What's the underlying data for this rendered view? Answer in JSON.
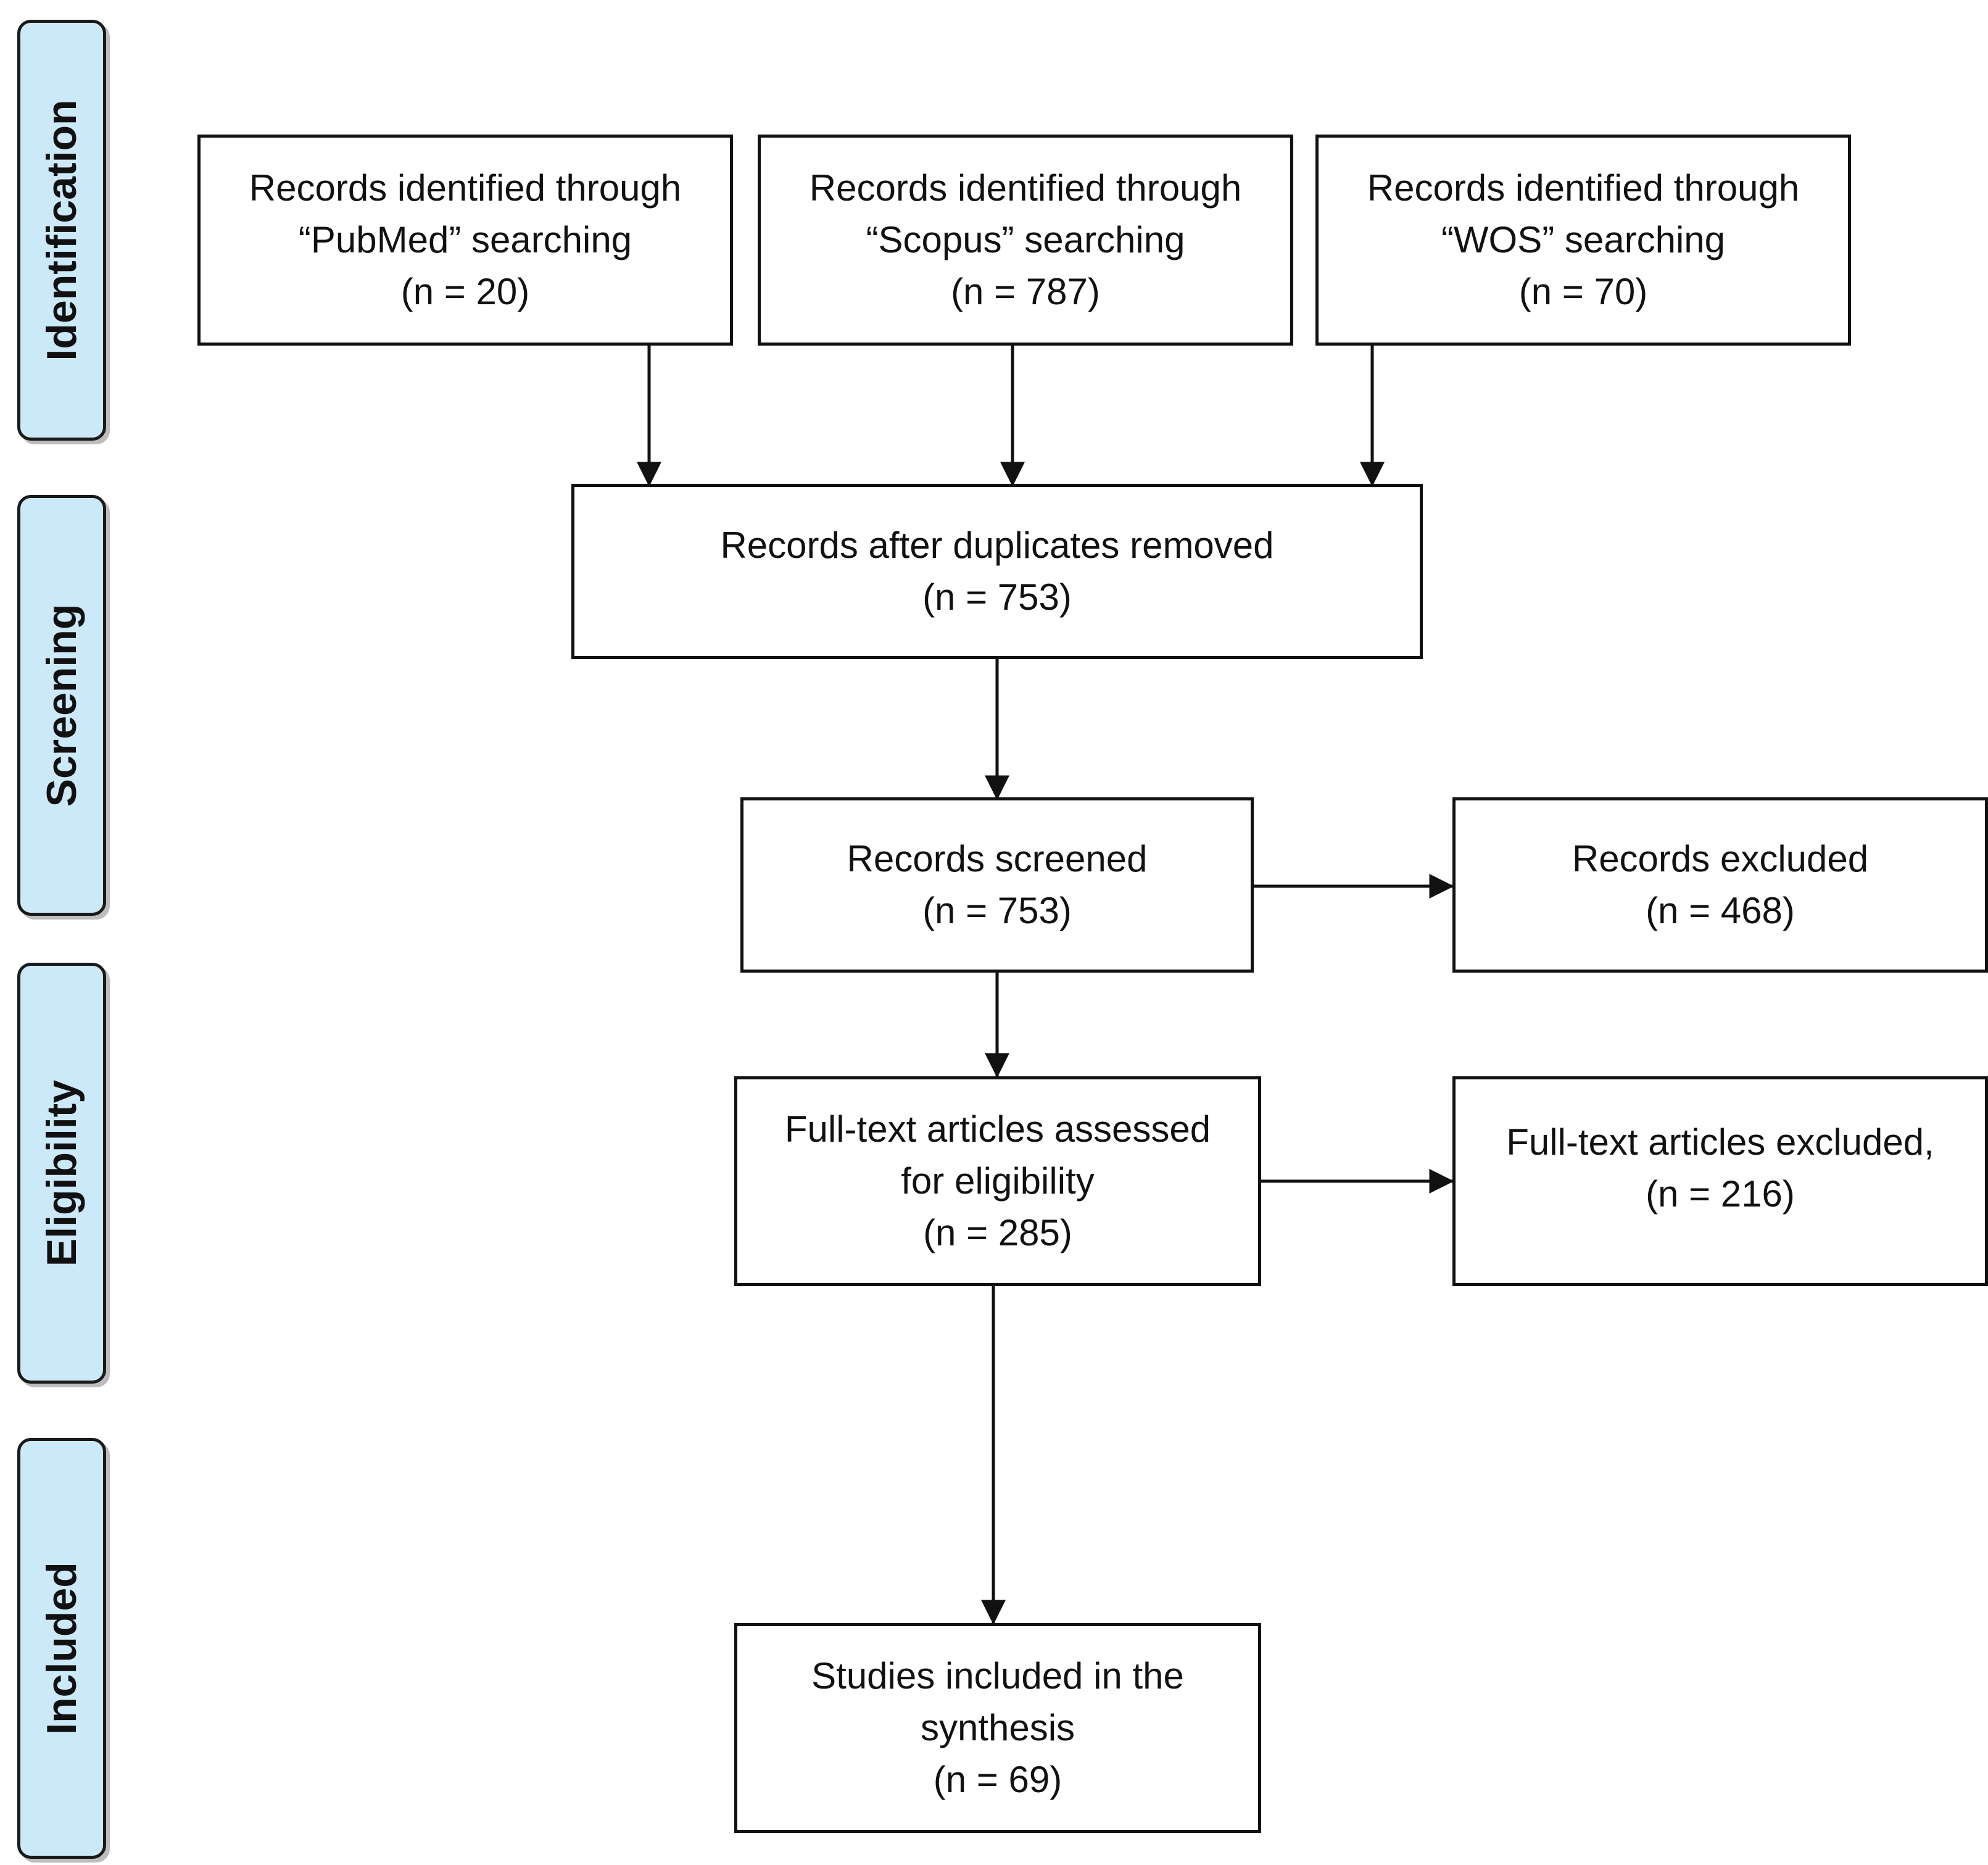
{
  "phases": [
    {
      "id": "identification",
      "label": "Identification"
    },
    {
      "id": "screening",
      "label": "Screening"
    },
    {
      "id": "eligibility",
      "label": "Eligibility"
    },
    {
      "id": "included",
      "label": "Included"
    }
  ],
  "boxes": {
    "pubmed": {
      "line1": "Records identified through",
      "line2": "“PubMed” searching",
      "count": "(n = 20)"
    },
    "scopus": {
      "line1": "Records identified through",
      "line2": "“Scopus” searching",
      "count": "(n = 787)"
    },
    "wos": {
      "line1": "Records identified through",
      "line2": "“WOS” searching",
      "count": "(n = 70)"
    },
    "duplicates_removed": {
      "line1": "Records after duplicates removed",
      "count": "(n = 753)"
    },
    "screened": {
      "line1": "Records screened",
      "count": "(n = 753)"
    },
    "excluded": {
      "line1": "Records excluded",
      "count": "(n = 468)"
    },
    "fulltext_assessed": {
      "line1": "Full-text articles assessed",
      "line2": "for eligibility",
      "count": "(n = 285)"
    },
    "fulltext_excluded": {
      "line1": "Full-text articles excluded,",
      "count": "(n = 216)"
    },
    "included": {
      "line1": "Studies included in the",
      "line2": "synthesis",
      "count": "(n = 69)"
    }
  },
  "colors": {
    "phase_fill": "#cce9f9",
    "stroke": "#111111"
  }
}
